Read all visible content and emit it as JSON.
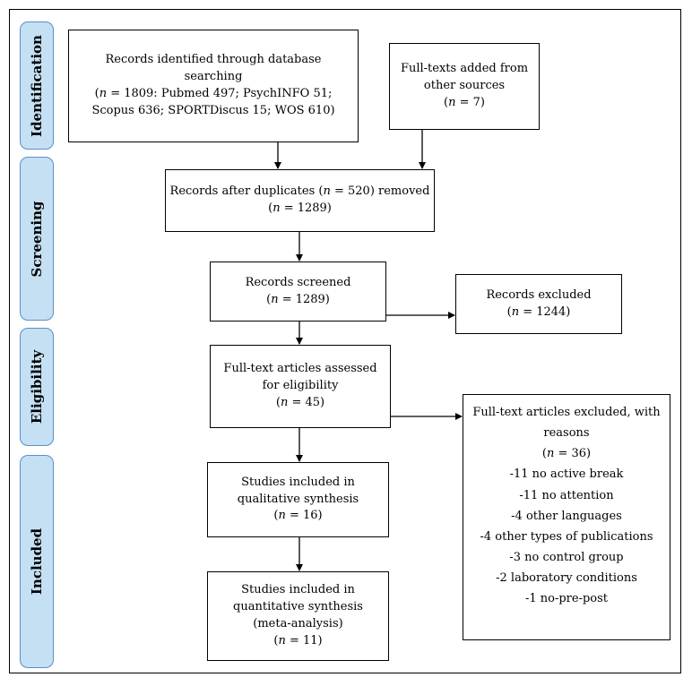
{
  "stages": [
    {
      "id": "identification",
      "label": "Identification"
    },
    {
      "id": "screening",
      "label": "Screening"
    },
    {
      "id": "eligibility",
      "label": "Eligibility"
    },
    {
      "id": "included",
      "label": "Included"
    }
  ],
  "boxes": {
    "database_search": [
      "Records identified through database",
      "searching",
      "(n = 1809: Pubmed 497; PsychINFO 51;",
      "Scopus 636; SPORTDiscus 15; WOS 610)"
    ],
    "other_sources": [
      "Full-texts added from",
      "other sources",
      "(n = 7)"
    ],
    "after_duplicates": [
      "Records after duplicates (n = 520) removed",
      "(n = 1289)"
    ],
    "screened": [
      "Records screened",
      "(n = 1289)"
    ],
    "excluded": [
      "Records excluded",
      "(n = 1244)"
    ],
    "fulltext_assessed": [
      "Full-text articles assessed",
      "for eligibility",
      "(n = 45)"
    ],
    "fulltext_excluded": [
      "Full-text articles excluded, with",
      "reasons",
      "(n = 36)",
      "-11 no active break",
      "-11 no attention",
      "-4 other languages",
      "-4 other types of publications",
      "-3 no control group",
      "-2 laboratory conditions",
      "-1 no-pre-post"
    ],
    "qualitative": [
      "Studies included in",
      "qualitative synthesis",
      "(n = 16)"
    ],
    "quantitative": [
      "Studies included in",
      "quantitative synthesis",
      "(meta-analysis)",
      "(n = 11)"
    ]
  }
}
